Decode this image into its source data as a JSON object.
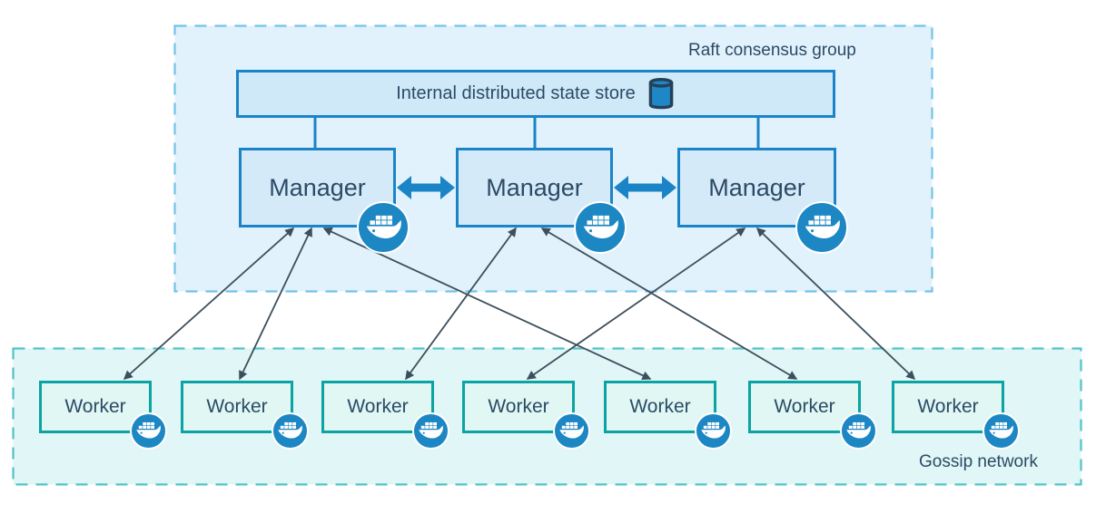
{
  "raft_group": {
    "label": "Raft consensus group"
  },
  "state_store": {
    "label": "Internal distributed state store",
    "icon": "database-cylinder-icon"
  },
  "managers": [
    {
      "label": "Manager",
      "icon": "docker-whale-icon"
    },
    {
      "label": "Manager",
      "icon": "docker-whale-icon"
    },
    {
      "label": "Manager",
      "icon": "docker-whale-icon"
    }
  ],
  "workers": [
    {
      "label": "Worker",
      "icon": "docker-whale-icon"
    },
    {
      "label": "Worker",
      "icon": "docker-whale-icon"
    },
    {
      "label": "Worker",
      "icon": "docker-whale-icon"
    },
    {
      "label": "Worker",
      "icon": "docker-whale-icon"
    },
    {
      "label": "Worker",
      "icon": "docker-whale-icon"
    },
    {
      "label": "Worker",
      "icon": "docker-whale-icon"
    },
    {
      "label": "Worker",
      "icon": "docker-whale-icon"
    }
  ],
  "gossip_group": {
    "label": "Gossip network"
  },
  "connections": {
    "state_store_to_managers": [
      0,
      1,
      2
    ],
    "manager_peer_links": [
      [
        0,
        1
      ],
      [
        1,
        2
      ]
    ],
    "manager_worker_links": [
      {
        "manager": 0,
        "worker": 0
      },
      {
        "manager": 0,
        "worker": 1
      },
      {
        "manager": 0,
        "worker": 4
      },
      {
        "manager": 1,
        "worker": 2
      },
      {
        "manager": 1,
        "worker": 5
      },
      {
        "manager": 2,
        "worker": 3
      },
      {
        "manager": 2,
        "worker": 6
      }
    ],
    "arrow_style": "bidirectional"
  },
  "colors": {
    "blue_accent": "#1b84c7",
    "manager_fill": "#d5eaf8",
    "store_fill": "#cfe9f8",
    "raft_fill": "#e2f2fc",
    "raft_dash": "#70c3ea",
    "worker_border": "#0ba3a3",
    "worker_fill": "#e1f7f3",
    "gossip_fill": "#e0f6f7",
    "gossip_dash": "#52c2c6",
    "badge_blue": "#1d87c4",
    "text_navy": "#2b4a66",
    "thin_arrow": "#3d4f5c"
  }
}
